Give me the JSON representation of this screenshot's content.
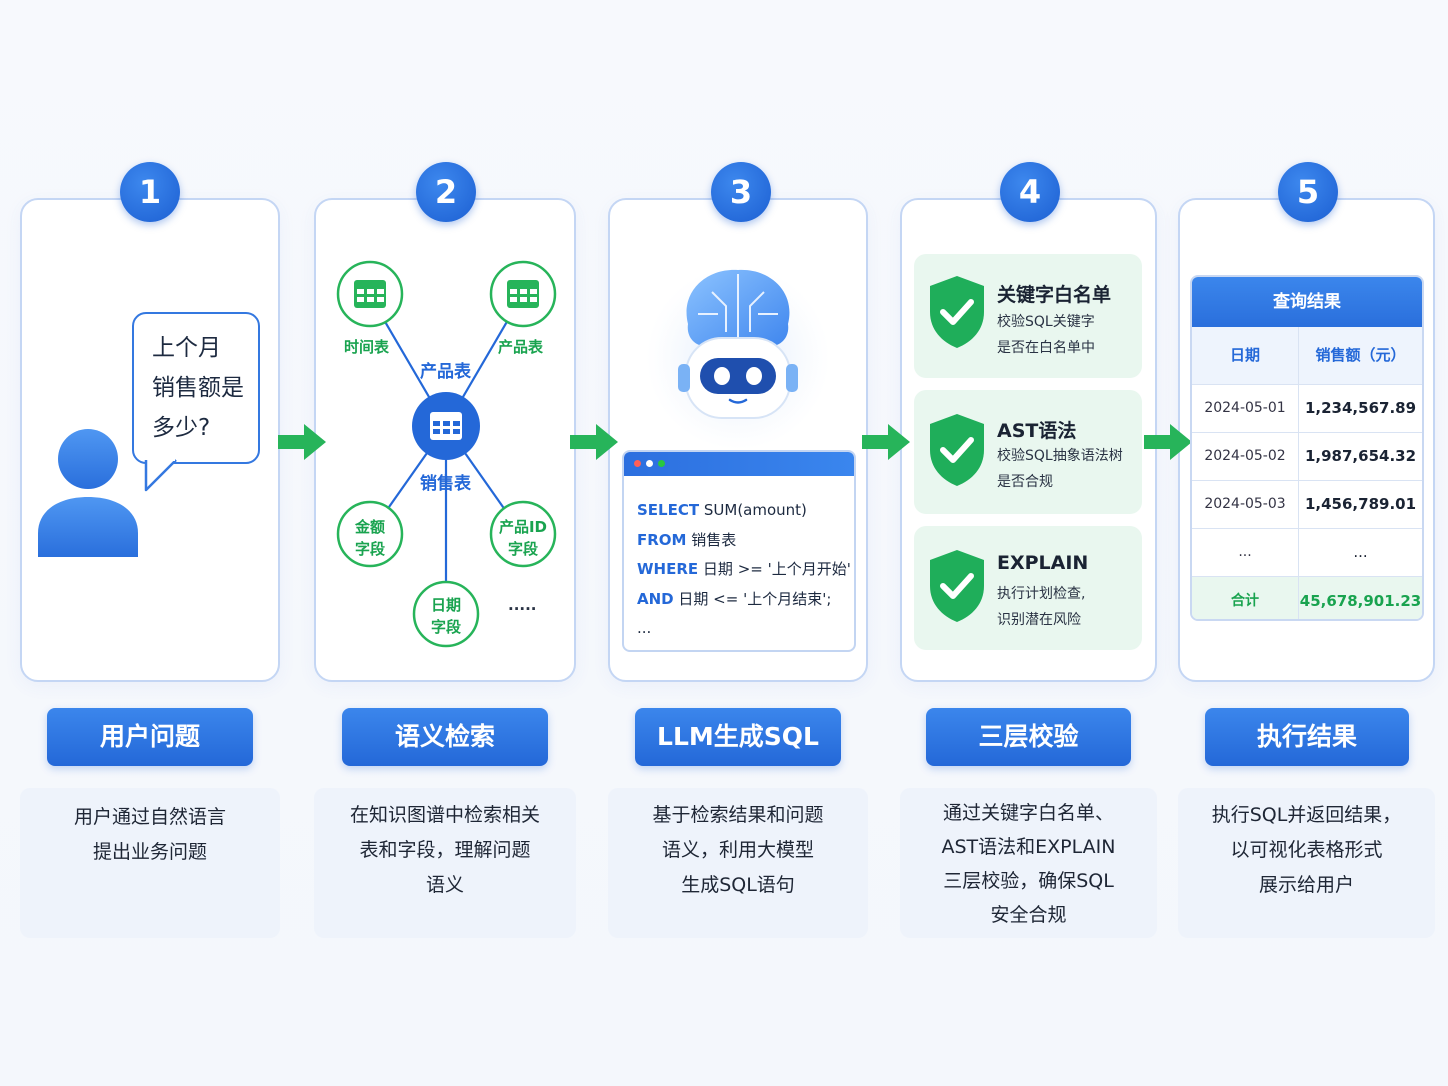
{
  "steps": [
    {
      "number": "1",
      "title": "用户问题",
      "desc": [
        "用户通过自然语言",
        "提出业务问题"
      ]
    },
    {
      "number": "2",
      "title": "语义检索",
      "desc": [
        "在知识图谱中检索相关",
        "表和字段，理解问题",
        "语义"
      ]
    },
    {
      "number": "3",
      "title": "LLM生成SQL",
      "desc": [
        "基于检索结果和问题",
        "语义，利用大模型",
        "生成SQL语句"
      ]
    },
    {
      "number": "4",
      "title": "三层校验",
      "desc": [
        "通过关键字白名单、",
        "AST语法和EXPLAIN",
        "三层校验，确保SQL",
        "安全合规"
      ]
    },
    {
      "number": "5",
      "title": "执行结果",
      "desc": [
        "执行SQL并返回结果，",
        "以可视化表格形式",
        "展示给用户"
      ]
    }
  ],
  "question": {
    "lines": [
      "上个月",
      "销售额是",
      "多少?"
    ]
  },
  "graph": {
    "center": "销售表",
    "nodes": {
      "time_table": "时间表",
      "product_table_node": "产品表",
      "product_edge": "产品表",
      "amount_field": [
        "金额",
        "字段"
      ],
      "product_id_field": [
        "产品ID",
        "字段"
      ],
      "date_field": [
        "日期",
        "字段"
      ],
      "more": "·····"
    }
  },
  "sql": [
    {
      "kw": "SELECT",
      "rest": " SUM(amount)"
    },
    {
      "kw": "FROM",
      "rest": " 销售表"
    },
    {
      "kw": "WHERE",
      "rest": " 日期 >= '上个月开始'"
    },
    {
      "kw": "AND",
      "rest": " 日期 <= '上个月结束';"
    },
    {
      "kw": "",
      "rest": "..."
    }
  ],
  "checks": [
    {
      "title": "关键字白名单",
      "sub": [
        "校验SQL关键字",
        "是否在白名单中"
      ]
    },
    {
      "title": "AST语法",
      "sub": [
        "校验SQL抽象语法树",
        "是否合规"
      ]
    },
    {
      "title": "EXPLAIN",
      "sub": [
        "执行计划检查,",
        "识别潜在风险"
      ]
    }
  ],
  "result_table": {
    "title": "查询结果",
    "headers": [
      "日期",
      "销售额（元）"
    ],
    "rows": [
      [
        "2024-05-01",
        "1,234,567.89"
      ],
      [
        "2024-05-02",
        "1,987,654.32"
      ],
      [
        "2024-05-03",
        "1,456,789.01"
      ],
      [
        "...",
        "..."
      ]
    ],
    "total": [
      "合计",
      "45,678,901.23"
    ]
  },
  "colors": {
    "accent": "#2468d8",
    "green": "#19a34f",
    "check_bg": "#e9f7ef"
  },
  "icons": [
    "user-icon",
    "table-icon",
    "robot-brain-icon",
    "shield-check-icon",
    "arrow-right-icon"
  ]
}
